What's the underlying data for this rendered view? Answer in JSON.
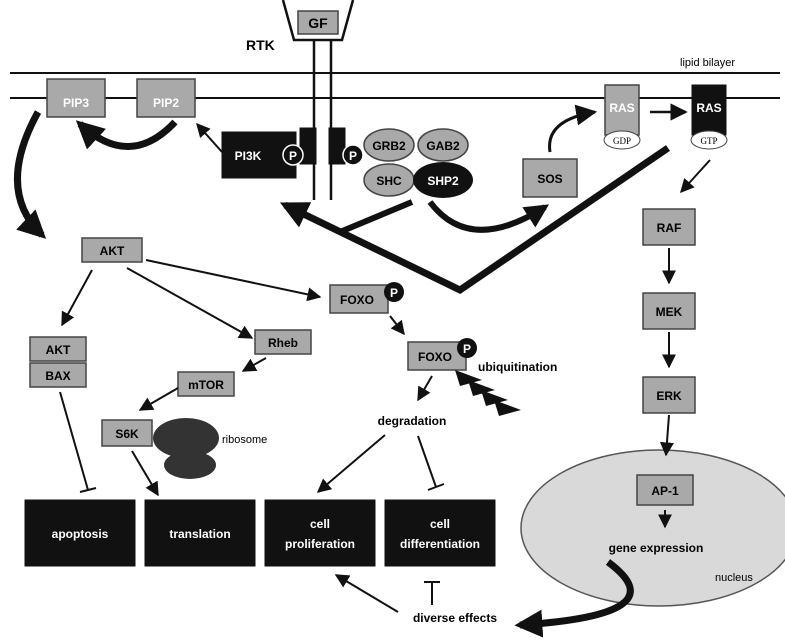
{
  "membrane": {
    "label": "lipid bilayer"
  },
  "receptor": {
    "gf": "GF",
    "rtk": "RTK",
    "p": "P"
  },
  "nodes": {
    "pip3": "PIP3",
    "pip2": "PIP2",
    "pi3k": "PI3K",
    "grb2": "GRB2",
    "gab2": "GAB2",
    "shc": "SHC",
    "shp2": "SHP2",
    "sos": "SOS",
    "ras": "RAS",
    "gdp": "GDP",
    "gtp": "GTP",
    "raf": "RAF",
    "mek": "MEK",
    "erk": "ERK",
    "ap1": "AP-1",
    "akt": "AKT",
    "akt2": "AKT",
    "bax": "BAX",
    "rheb": "Rheb",
    "mtor": "mTOR",
    "s6k": "S6K",
    "foxo1": "FOXO",
    "foxo2": "FOXO"
  },
  "labels": {
    "ubiquitination": "ubiquitination",
    "degradation": "degradation",
    "ribosome": "ribosome",
    "gene_expression": "gene expression",
    "nucleus": "nucleus",
    "diverse_effects": "diverse effects"
  },
  "outcomes": {
    "apoptosis": "apoptosis",
    "translation": "translation",
    "cell_prolif_1": "cell",
    "cell_prolif_2": "proliferation",
    "cell_diff_1": "cell",
    "cell_diff_2": "differentiation"
  },
  "colors": {
    "gray_box": "#a9a9a9",
    "dark_box": "#111111",
    "nucleus_fill": "#d9d9d9"
  }
}
